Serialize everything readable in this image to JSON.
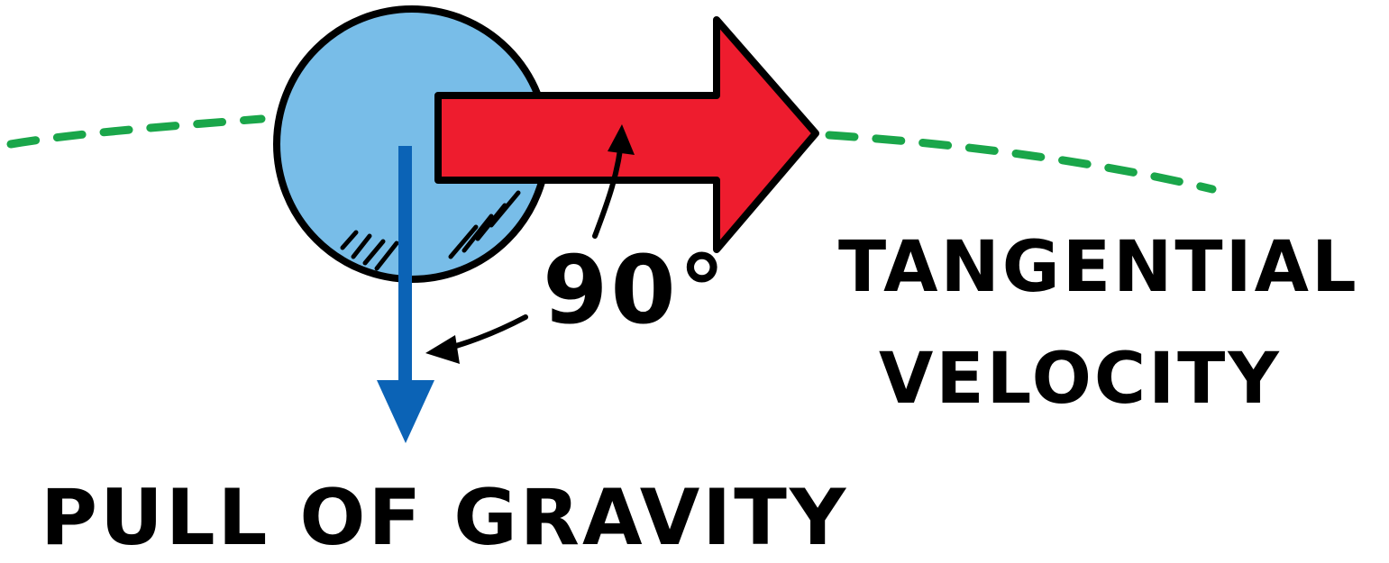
{
  "diagram": {
    "labels": {
      "angle": "90°",
      "tangential_line1": "TANGENTIAL",
      "tangential_line2": "VELOCITY",
      "gravity": "PULL OF GRAVITY"
    },
    "colors": {
      "background": "#ffffff",
      "ball_fill": "#78bde8",
      "ink": "#000000",
      "velocity_arrow": "#ee1c2e",
      "gravity_arrow": "#0b63b6",
      "orbit_path": "#1aa64a"
    }
  }
}
